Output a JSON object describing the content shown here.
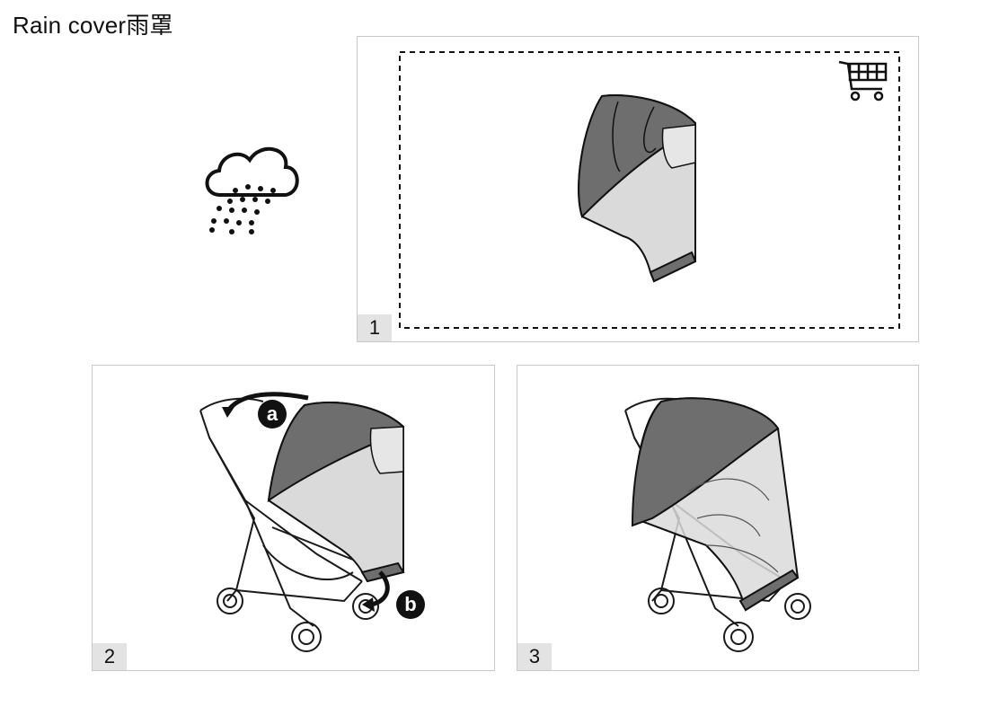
{
  "page": {
    "title": "Rain cover雨罩"
  },
  "panels": [
    {
      "step": "1"
    },
    {
      "step": "2",
      "callouts": [
        "a",
        "b"
      ]
    },
    {
      "step": "3"
    }
  ],
  "icons": {
    "weather": "rain-cloud-icon",
    "shop": "shopping-cart-icon"
  },
  "colors": {
    "canopy": "#6e6e6e",
    "cover": "#dadada",
    "line": "#1a1a1a",
    "step_bg": "#e3e3e3"
  }
}
